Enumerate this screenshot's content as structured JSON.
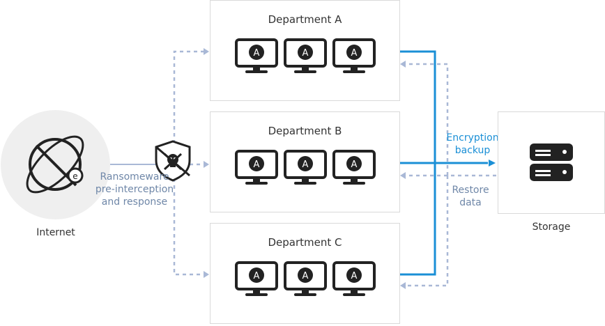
{
  "internet": {
    "label": "Internet",
    "icon": "globe-icon"
  },
  "filter": {
    "icon": "skull-shield-icon",
    "lines": [
      "Ransomeware",
      "pre-interception",
      "and response"
    ]
  },
  "departments": [
    {
      "title": "Department A",
      "pc_badge": "A"
    },
    {
      "title": "Department B",
      "pc_badge": "A"
    },
    {
      "title": "Department C",
      "pc_badge": "A"
    }
  ],
  "backup": {
    "lines": [
      "Encryption",
      "backup"
    ]
  },
  "restore": {
    "lines": [
      "Restore",
      "data"
    ]
  },
  "storage": {
    "label": "Storage",
    "icon": "server-icon"
  },
  "colors": {
    "blue": "#1a8fd6",
    "dashed": "#a9b8d6",
    "dark": "#222222",
    "box_border": "#d9d9d9"
  }
}
